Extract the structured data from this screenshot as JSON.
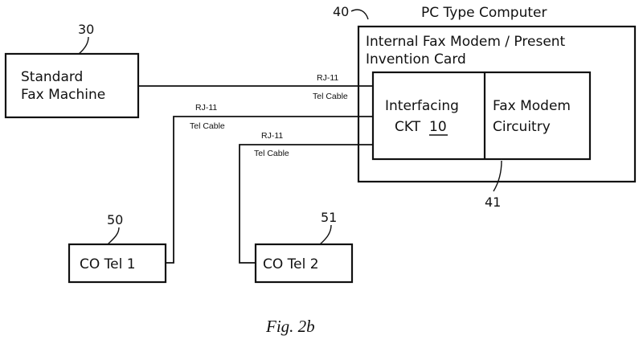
{
  "computer": {
    "title": "PC Type Computer",
    "ref": "40"
  },
  "card": {
    "line1": "Internal Fax Modem / Present",
    "line2": "Invention Card"
  },
  "interfacing": {
    "line1": "Interfacing",
    "line2": "CKT",
    "ref": "10"
  },
  "modem": {
    "line1": "Fax Modem",
    "line2": "Circuitry",
    "ref": "41"
  },
  "fax_machine": {
    "line1": "Standard",
    "line2": "Fax Machine",
    "ref": "30"
  },
  "co_tel_1": {
    "label": "CO Tel 1",
    "ref": "50"
  },
  "co_tel_2": {
    "label": "CO Tel 2",
    "ref": "51"
  },
  "cables": [
    {
      "jack": "RJ-11",
      "type": "Tel Cable"
    },
    {
      "jack": "RJ-11",
      "type": "Tel Cable"
    },
    {
      "jack": "RJ-11",
      "type": "Tel Cable"
    }
  ],
  "caption": "Fig. 2b"
}
